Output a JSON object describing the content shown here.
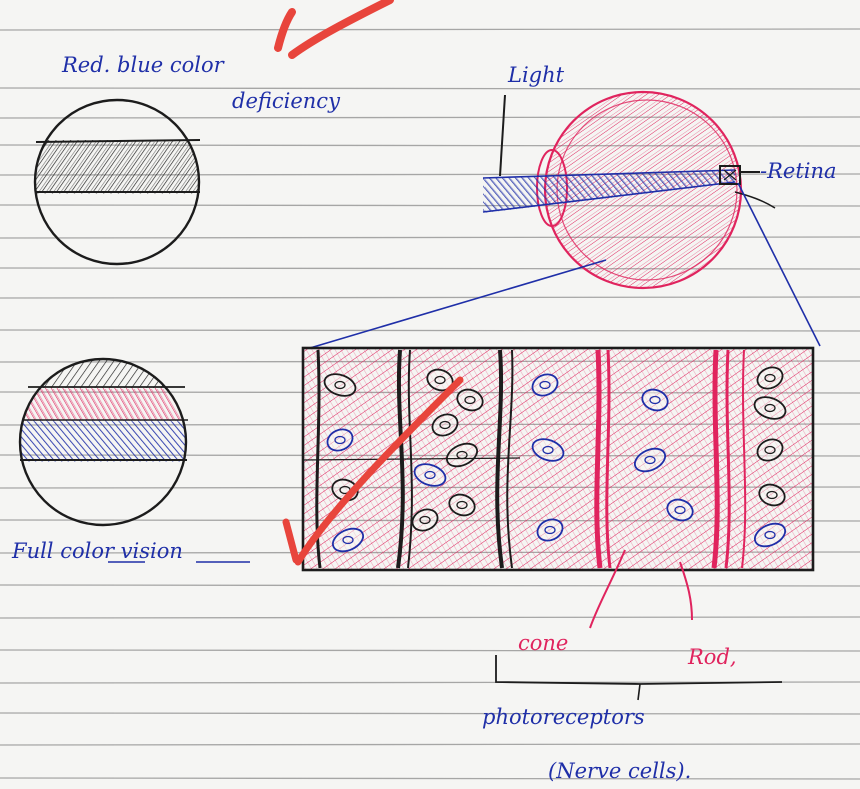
{
  "labels": {
    "red_blue_line1": "Red. blue color",
    "red_blue_line2": "deficiency",
    "light": "Light",
    "retina": "-Retina",
    "full_color": "Full color vision",
    "cone": "cone",
    "rod": "Rod,",
    "photoreceptors": "photoreceptors",
    "nerve_cells": "(Nerve cells)."
  },
  "colors": {
    "ink_dark": "#1c1c1c",
    "ink_red": "#e0245e",
    "ink_blue": "#1f2fa8",
    "teacher_red": "#e8453c",
    "paper": "#f5f5f3",
    "rule_line": "#8c8c8c"
  },
  "icons": {
    "teacher_check_top": "check-mark",
    "teacher_check_middle": "check-mark"
  }
}
